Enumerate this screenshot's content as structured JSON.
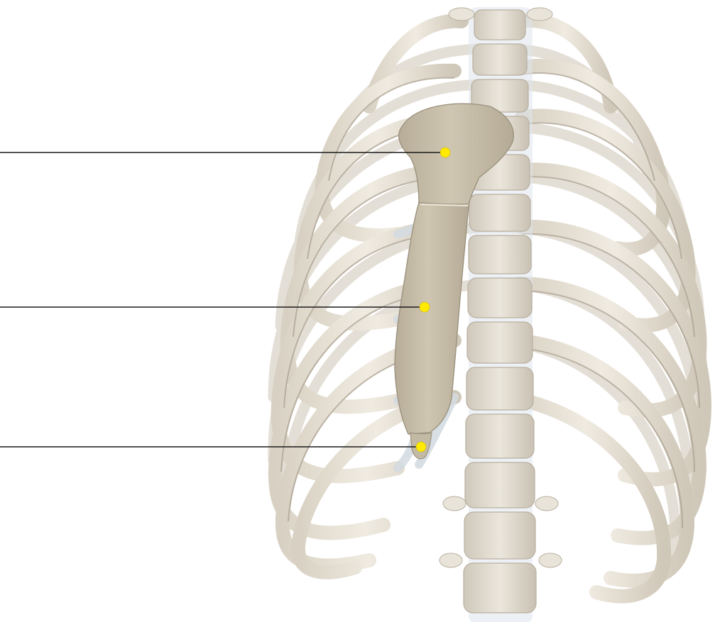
{
  "figure": {
    "subject": "anterior-thoracic-skeleton",
    "colors": {
      "background": "#ffffff",
      "bone": "#e8e2d6",
      "bone_shadow": "#bdb3a3",
      "sternum": "#c6bda9",
      "cartilage": "#cfd6dc",
      "leader_line": "#1a1a1a",
      "marker": "#ffea00"
    },
    "callouts": [
      {
        "id": "upper",
        "label": ""
      },
      {
        "id": "middle",
        "label": ""
      },
      {
        "id": "lower",
        "label": ""
      }
    ]
  }
}
